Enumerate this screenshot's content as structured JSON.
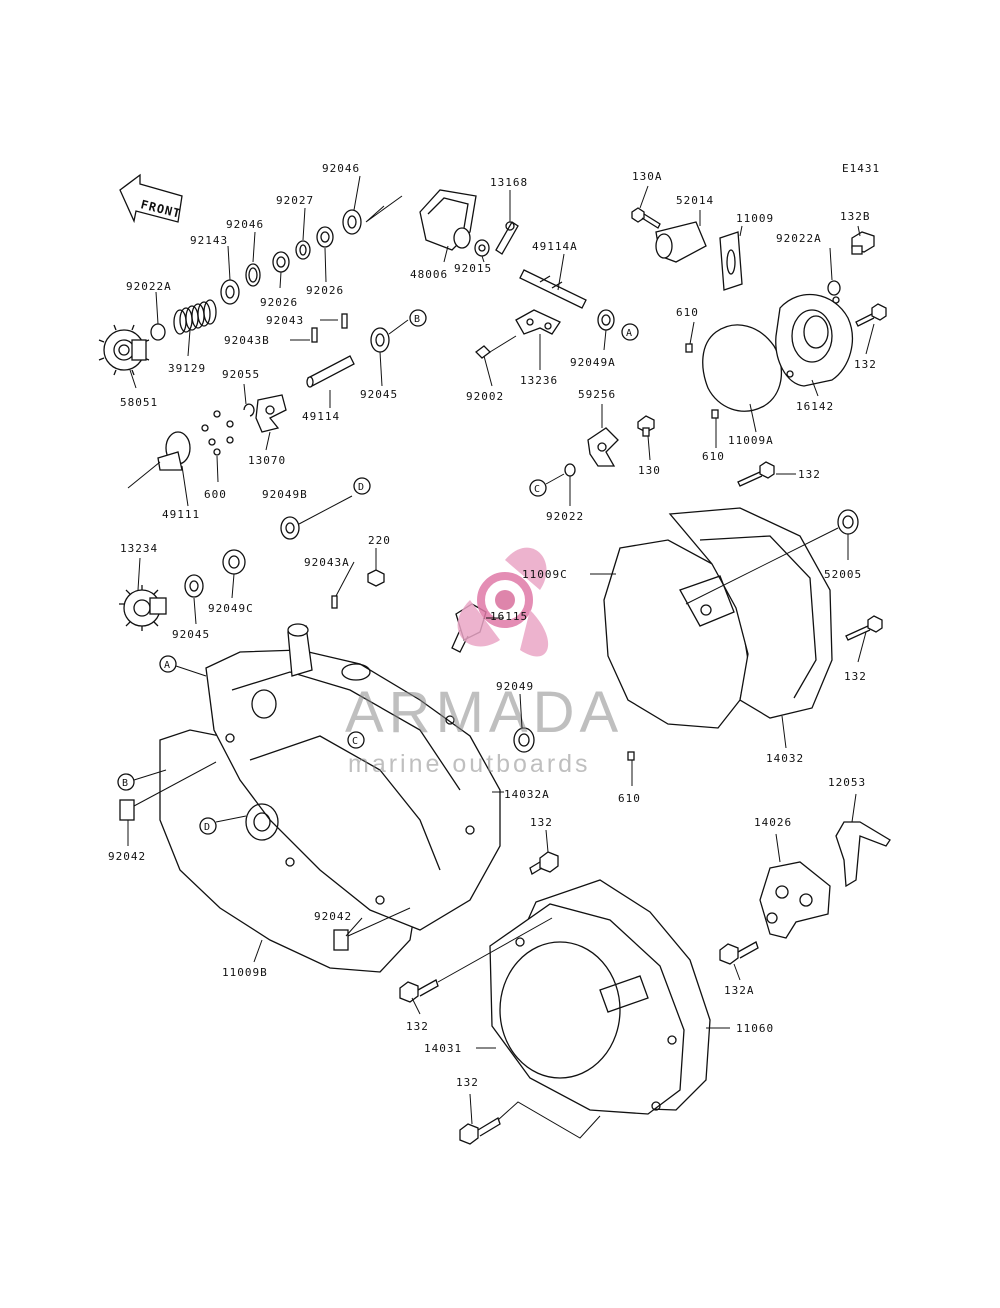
{
  "diagram_code": "E1431",
  "front_label": "FRONT",
  "watermark": {
    "title": "ARMADA",
    "subtitle": "marine outboards",
    "color": "#e07aa8"
  },
  "labels": {
    "p92046a": "92046",
    "p92027": "92027",
    "p92046b": "92046",
    "p92143": "92143",
    "p92026a": "92026",
    "p92026b": "92026",
    "p92022a_l": "92022A",
    "p92043": "92043",
    "p92043b": "92043B",
    "p39129": "39129",
    "p58051": "58051",
    "p92055": "92055",
    "p49114": "49114",
    "p92045a": "92045",
    "p13070": "13070",
    "p600": "600",
    "p49111": "49111",
    "p92049b": "92049B",
    "p13234": "13234",
    "p92049c": "92049C",
    "p92045b": "92045",
    "p92043a": "92043A",
    "p220": "220",
    "p48006": "48006",
    "p13168": "13168",
    "p92015": "92015",
    "p49114a": "49114A",
    "p92049a": "92049A",
    "p13236": "13236",
    "p92002": "92002",
    "p59256": "59256",
    "p130": "130",
    "p92022": "92022",
    "p16115": "16115",
    "p92049": "92049",
    "p130a": "130A",
    "p52014": "52014",
    "p11009": "11009",
    "p92022a_r": "92022A",
    "p132b": "132B",
    "p610a": "610",
    "p132a_r": "132",
    "p16142": "16142",
    "p11009a": "11009A",
    "p610b": "610",
    "p132b_r": "132",
    "p11009c": "11009C",
    "p52005": "52005",
    "p132c": "132",
    "p14032": "14032",
    "p610c": "610",
    "p14032a": "14032A",
    "p92042a": "92042",
    "p11009b": "11009B",
    "p132d": "132",
    "p92042b": "92042",
    "p14026": "14026",
    "p12053": "12053",
    "p132a": "132A",
    "p132e": "132",
    "p14031": "14031",
    "p11060": "11060",
    "p132f": "132"
  },
  "refs": {
    "a1": "A",
    "a2": "A",
    "b1": "B",
    "b2": "B",
    "c1": "C",
    "c2": "C",
    "d1": "D",
    "d2": "D"
  }
}
